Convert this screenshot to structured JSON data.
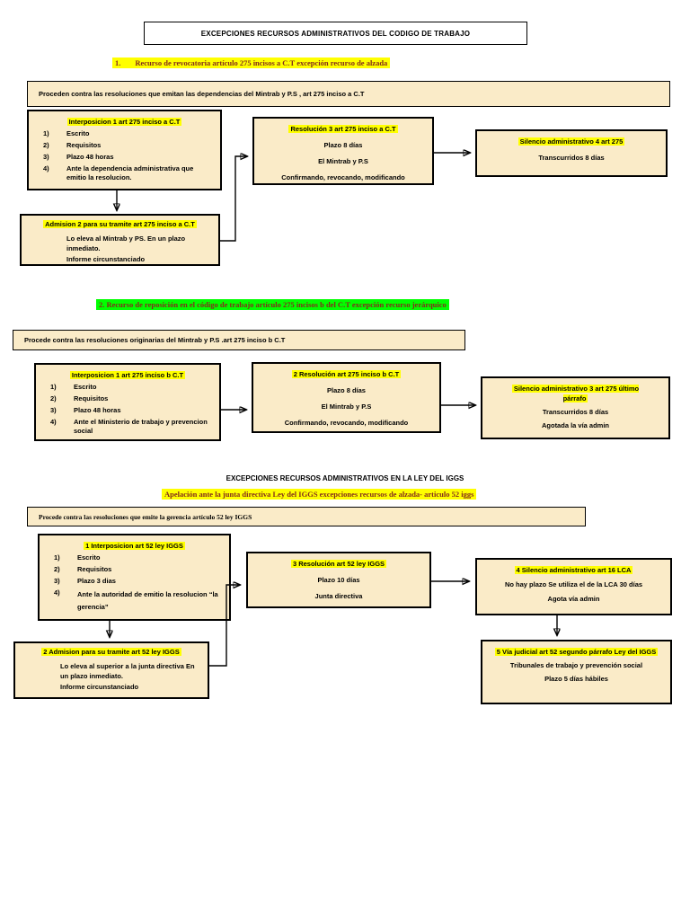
{
  "colors": {
    "box_fill": "#FAEBC8",
    "highlight_yellow": "#FFFF00",
    "highlight_green": "#00FF00",
    "heading_red": "#832C1C"
  },
  "title": "EXCEPCIONES RECURSOS ADMINISTRATIVOS DEL CODIGO DE TRABAJO",
  "s1": {
    "heading_num": "1.",
    "heading": "Recurso de revocatoria artículo  275 incisos a C.T  excepción recurso de alzada",
    "intro": "Proceden contra las resoluciones que emitan las dependencias del Mintrab y P.S  , art 275 inciso a C.T",
    "interposicion": {
      "title": "Interposicion 1 art 275 inciso a C.T",
      "items": [
        {
          "num": "1)",
          "text": "Escrito"
        },
        {
          "num": "2)",
          "text": "Requisitos"
        },
        {
          "num": "3)",
          "text": "Plazo 48 horas"
        },
        {
          "num": "4)",
          "text": "Ante la dependencia administrativa que emitio la resolucion."
        }
      ]
    },
    "resolucion": {
      "title": "Resolución 3 art 275 inciso a C.T",
      "line1": "Plazo 8 días",
      "line2": "El Mintrab y P.S",
      "line3": "Confirmando, revocando, modificando"
    },
    "silencio": {
      "title": "Silencio administrativo 4 art 275",
      "line1": "Transcurridos 8 días"
    },
    "admision": {
      "title": "Admision 2 para su tramite art 275 inciso a C.T",
      "line1": "Lo eleva al Mintrab y PS. En un plazo inmediato.",
      "line2": "Informe circunstanciado"
    }
  },
  "s2": {
    "heading": "2. Recurso de reposición en el código de trabajo artículo 275 incisos b del C.T excepción recurso jerárquico",
    "intro": "Procede contra las resoluciones originarias del Mintrab y P.S .art 275 inciso b C.T",
    "interposicion": {
      "title": "Interposicion 1 art 275 inciso b C.T",
      "items": [
        {
          "num": "1)",
          "text": "Escrito"
        },
        {
          "num": "2)",
          "text": "Requisitos"
        },
        {
          "num": "3)",
          "text": "Plazo 48 horas"
        },
        {
          "num": "4)",
          "text": "Ante el Ministerio de trabajo y prevencion social"
        }
      ]
    },
    "resolucion": {
      "title": "2 Resolución art 275 inciso b C.T",
      "line1": "Plazo 8 días",
      "line2": "El Mintrab y P.S",
      "line3": "Confirmando, revocando, modificando"
    },
    "silencio": {
      "title": "Silencio administrativo 3 art 275 último párrafo",
      "line1": "Transcurridos 8 días",
      "line2": "Agotada la vía admin"
    }
  },
  "s3": {
    "heading_plain": "EXCEPCIONES RECURSOS ADMINISTRATIVOS  EN LA LEY DEL IGGS",
    "heading_yellow": "Apelación ante la junta directiva Ley del IGGS excepciones recursos de alzada- articulo 52 iggs",
    "intro": "Procede contra las resoluciones que emite la gerencia artículo 52  ley IGGS",
    "interposicion": {
      "title": "1 Interposicion art 52  ley IGGS",
      "items": [
        {
          "num": "1)",
          "text": "Escrito"
        },
        {
          "num": "2)",
          "text": "Requisitos"
        },
        {
          "num": "3)",
          "text": "Plazo 3 dias"
        },
        {
          "num": "4)",
          "text": "Ante la autoridad de emitio la resolucion “la gerencia”"
        }
      ]
    },
    "resolucion": {
      "title": "3 Resolución  art 52 ley IGGS",
      "line1": "Plazo 10 días",
      "line2": "Junta directiva"
    },
    "silencio": {
      "title": "4 Silencio administrativo  art 16 LCA",
      "line1": "No hay plazo Se utiliza el de la LCA 30 días",
      "line2": "Agota vía admin"
    },
    "admision": {
      "title": "2 Admision para su tramite art 52  ley IGGS",
      "line1": "Lo eleva al superior a la junta directiva En un plazo inmediato.",
      "line2": "Informe circunstanciado"
    },
    "via_judicial": {
      "title": "5 Vía judicial art 52 segundo párrafo Ley del IGGS",
      "line1": "Tribunales de trabajo y prevención social",
      "line2": "Plazo 5 días hábiles"
    }
  }
}
